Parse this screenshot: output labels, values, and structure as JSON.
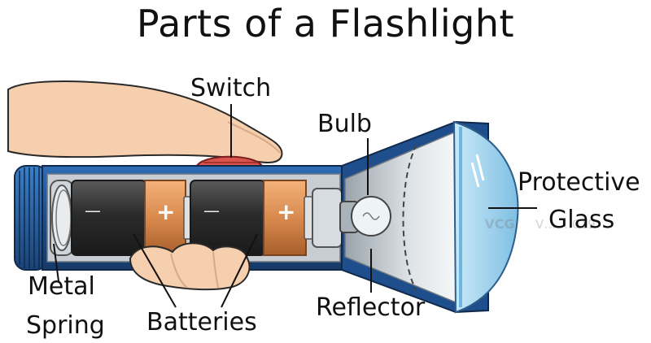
{
  "title": "Parts of a Flashlight",
  "labels": {
    "switch": "Switch",
    "bulb": "Bulb",
    "protective_line1": "Protective",
    "protective_line2": "Glass",
    "metal_line1": "Metal",
    "metal_line2": "Spring",
    "batteries": "Batteries",
    "reflector": "Reflector"
  },
  "battery_signs": {
    "minus": "—",
    "plus": "+"
  },
  "watermark": {
    "logo": "VCG",
    "text": "V… …019"
  },
  "colors": {
    "body_blue": "#1e4e8c",
    "battery_black": "#333333",
    "battery_copper": "#d98a4e",
    "switch_red": "#d9534f",
    "hand_skin": "#f6cfae",
    "glass_blue": "#9fd3ee"
  }
}
